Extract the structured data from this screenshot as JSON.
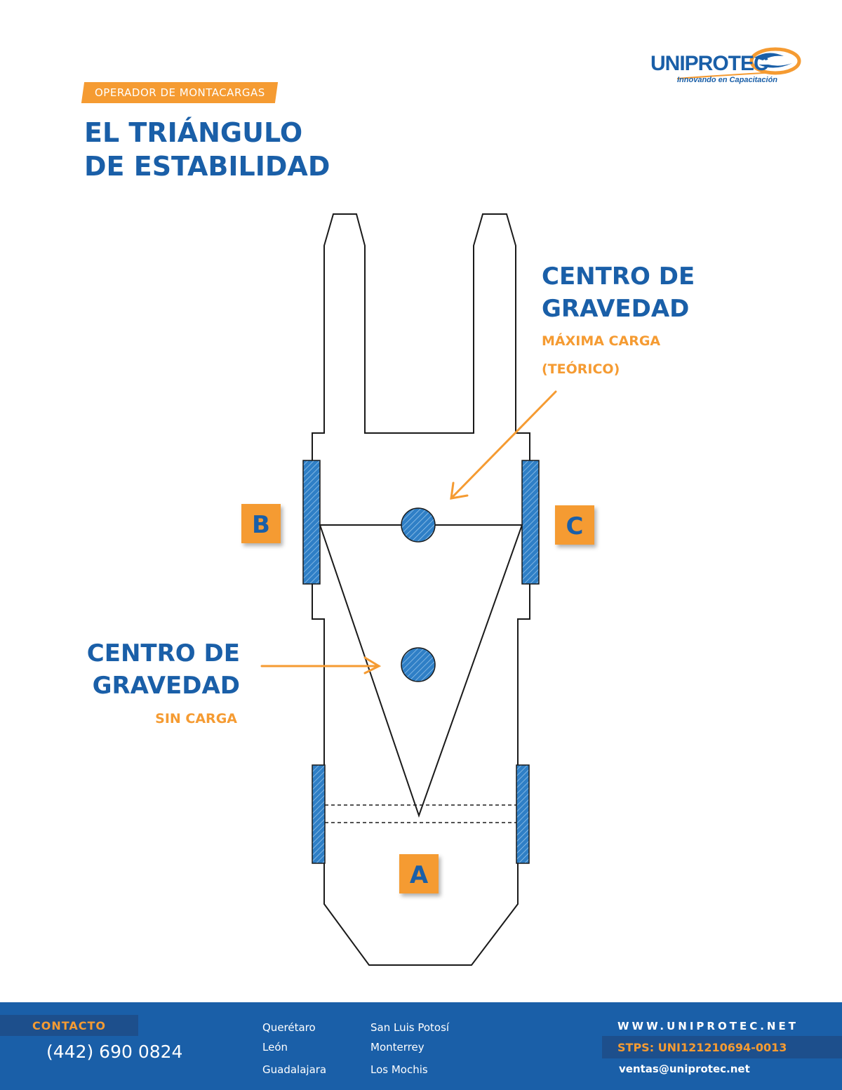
{
  "header": {
    "tag": "OPERADOR DE MONTACARGAS",
    "title_line1": "EL TRIÁNGULO",
    "title_line2": "DE ESTABILIDAD"
  },
  "logo": {
    "name": "UNIPROTEC",
    "slogan": "Innovando en Capacitación"
  },
  "diagram": {
    "label_b": "B",
    "label_c": "C",
    "label_a": "A",
    "cg_max": {
      "title_line1": "CENTRO DE",
      "title_line2": "GRAVEDAD",
      "sub_line1": "MÁXIMA CARGA",
      "sub_line2": "(TEÓRICO)"
    },
    "cg_empty": {
      "title_line1": "CENTRO DE",
      "title_line2": "GRAVEDAD",
      "sub_line1": "SIN CARGA"
    },
    "colors": {
      "blue": "#1a5fa8",
      "orange": "#f59b32",
      "line": "#1a1a1a"
    }
  },
  "footer": {
    "contact_label": "CONTACTO",
    "phone": "(442) 690 0824",
    "cities_col1": [
      "Querétaro",
      "León",
      "Guadalajara"
    ],
    "cities_col2": [
      "San Luis Potosí",
      "Monterrey",
      "Los Mochis"
    ],
    "website": "WWW.UNIPROTEC.NET",
    "stps": "STPS: UNI121210694-0013",
    "email": "ventas@uniprotec.net"
  }
}
